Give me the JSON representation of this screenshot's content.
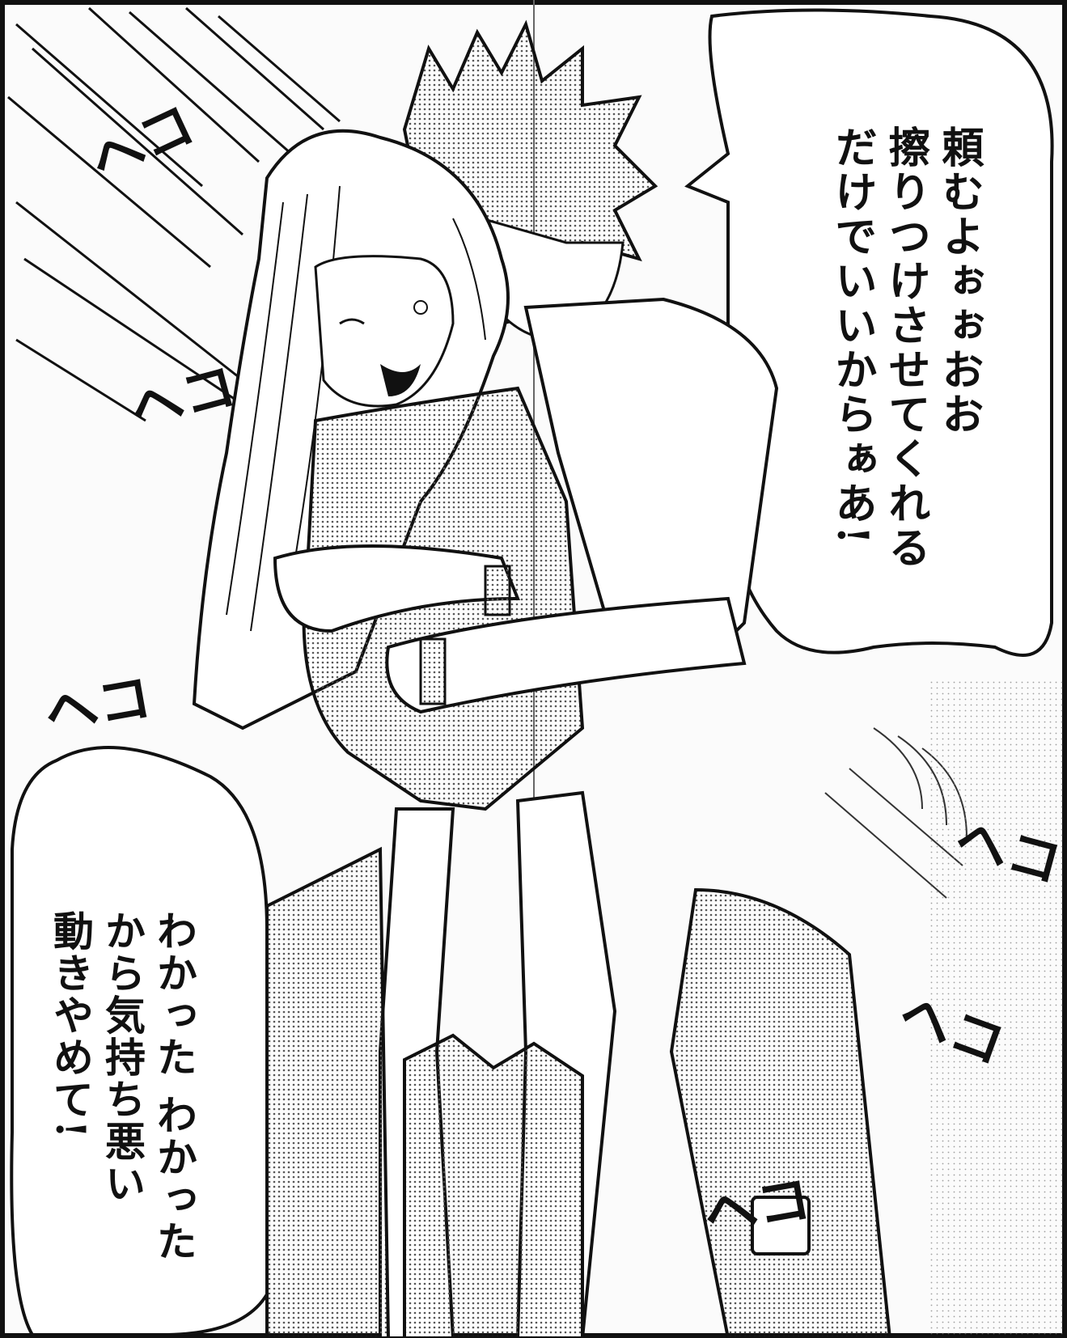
{
  "speech": {
    "top_bubble": "頼むよぉぉおお\n擦りつけさせてくれる\nだけでいいからぁあ!",
    "bottom_bubble": "わかった わかった\nから気持ち悪い\n動きやめて!"
  },
  "sound_effects": [
    "ヘコ",
    "ヘコ",
    "ヘコ",
    "ヘコ",
    "ヘコ",
    "ヘコ"
  ],
  "colors": {
    "ink": "#111111",
    "paper": "#fbfbfb",
    "screentone": "#8a8a8a"
  }
}
